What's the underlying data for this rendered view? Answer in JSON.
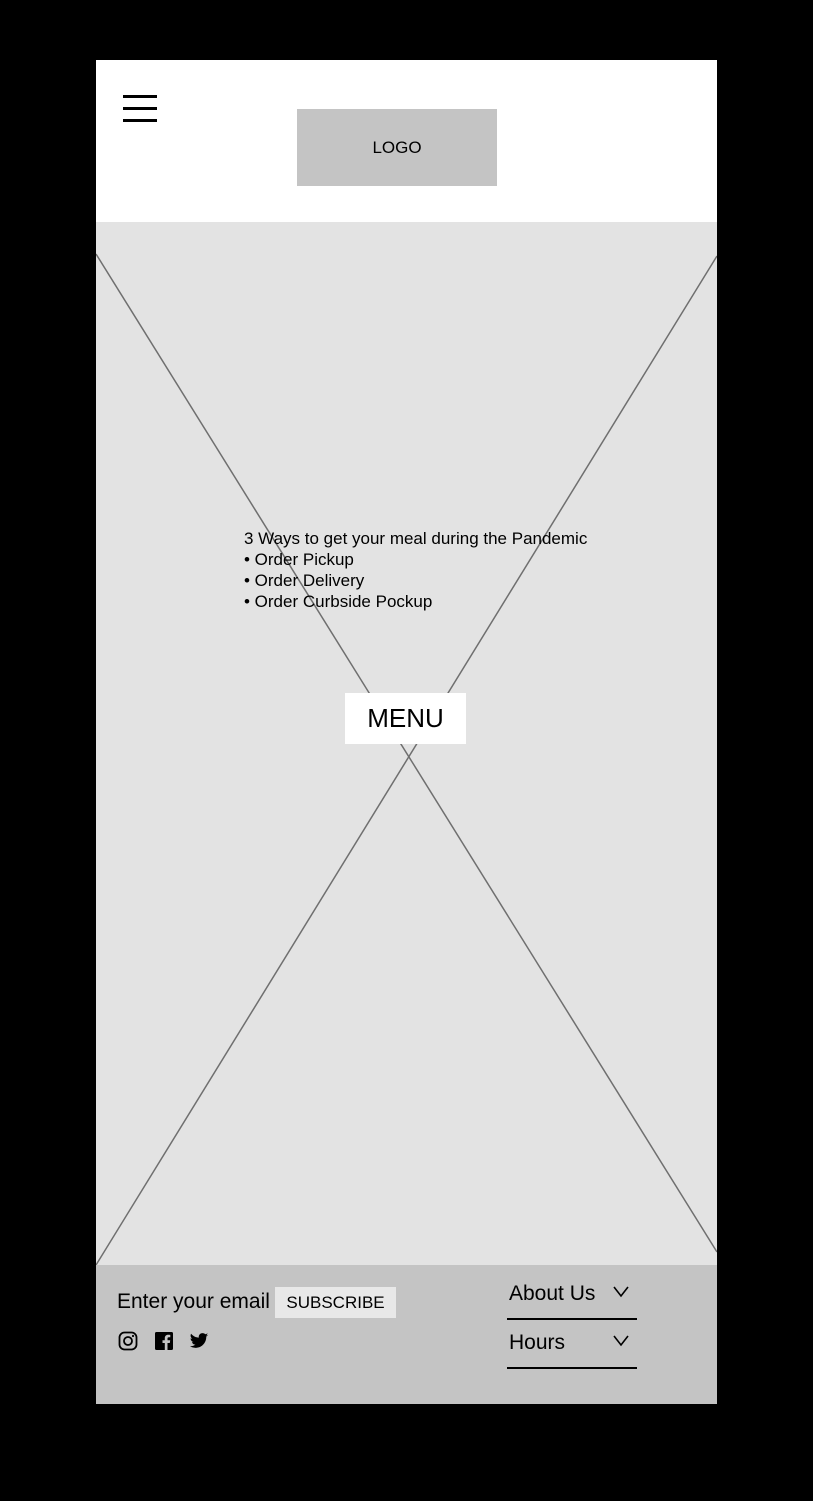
{
  "header": {
    "menu_icon": "hamburger-icon",
    "logo_text": "LOGO"
  },
  "hero": {
    "image_placeholder": "image-placeholder",
    "lines": [
      "3 Ways to get your meal during the Pandemic",
      "• Order Pickup",
      "• Order Delivery",
      "• Order Curbside Pockup"
    ],
    "menu_button_label": "MENU"
  },
  "footer": {
    "email_label": "Enter your email",
    "subscribe_label": "SUBSCRIBE",
    "social_icons": [
      "instagram-icon",
      "facebook-icon",
      "twitter-icon"
    ],
    "dropdowns": [
      {
        "label": "About Us",
        "icon": "chevron-down-icon"
      },
      {
        "label": "Hours",
        "icon": "chevron-down-icon"
      }
    ]
  },
  "colors": {
    "background": "#000000",
    "header_bg": "#ffffff",
    "hero_bg": "#e3e3e3",
    "footer_bg": "#c4c4c4",
    "logo_bg": "#c4c4c4",
    "subscribe_bg": "#e8e8e8"
  }
}
